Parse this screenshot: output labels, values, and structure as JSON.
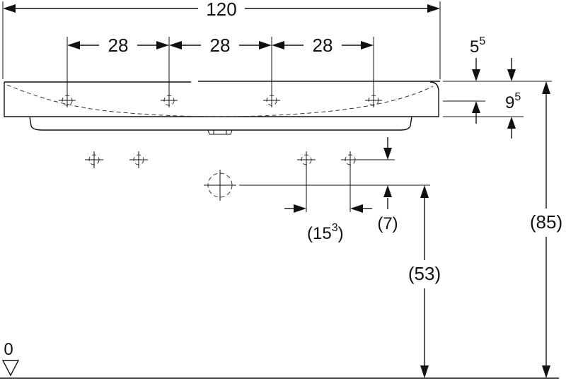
{
  "dimensions": {
    "overall_width": "120",
    "spacing_1": "28",
    "spacing_2": "28",
    "spacing_3": "28",
    "top_offset_base": "5",
    "top_offset_sup": "5",
    "basin_depth_base": "9",
    "basin_depth_sup": "5",
    "valve_offset_base": "(15",
    "valve_offset_sup": "3",
    "valve_offset_close": ")",
    "valve_drop": "(7)",
    "drain_height": "(53)",
    "rim_height": "(85)",
    "floor_level": "0"
  }
}
